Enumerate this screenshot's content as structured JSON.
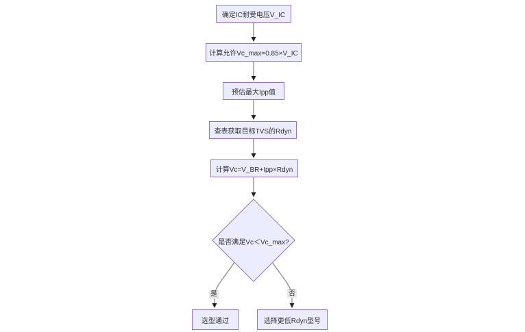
{
  "diagram": {
    "type": "flowchart",
    "direction": "top-down",
    "colors": {
      "node_fill": "#ECECFF",
      "node_border": "#9370DB",
      "node_text": "#333333",
      "edge_line": "#919191",
      "arrowhead": "#242424",
      "edge_label_bg": "#e8e8e8",
      "background": "#ffffff"
    },
    "nodes": [
      {
        "id": "n1",
        "shape": "rect",
        "label": "确定IC耐受电压V_IC"
      },
      {
        "id": "n2",
        "shape": "rect",
        "label": "计算允许Vc_max=0.85×V_IC"
      },
      {
        "id": "n3",
        "shape": "rect",
        "label": "预估最大Ipp值"
      },
      {
        "id": "n4",
        "shape": "rect",
        "label": "查表获取目标TVS的Rdyn"
      },
      {
        "id": "n5",
        "shape": "rect",
        "label": "计算Vc=V_BR+Ipp×Rdyn"
      },
      {
        "id": "d1",
        "shape": "diamond",
        "label": "是否满足Vc＜Vc_max?"
      },
      {
        "id": "n6",
        "shape": "rect",
        "label": "选型通过"
      },
      {
        "id": "n7",
        "shape": "rect",
        "label": "选择更低Rdyn型号"
      }
    ],
    "edges": [
      {
        "from": "n1",
        "to": "n2",
        "label": ""
      },
      {
        "from": "n2",
        "to": "n3",
        "label": ""
      },
      {
        "from": "n3",
        "to": "n4",
        "label": ""
      },
      {
        "from": "n4",
        "to": "n5",
        "label": ""
      },
      {
        "from": "n5",
        "to": "d1",
        "label": ""
      },
      {
        "from": "d1",
        "to": "n6",
        "label": "是"
      },
      {
        "from": "d1",
        "to": "n7",
        "label": "否"
      }
    ]
  }
}
